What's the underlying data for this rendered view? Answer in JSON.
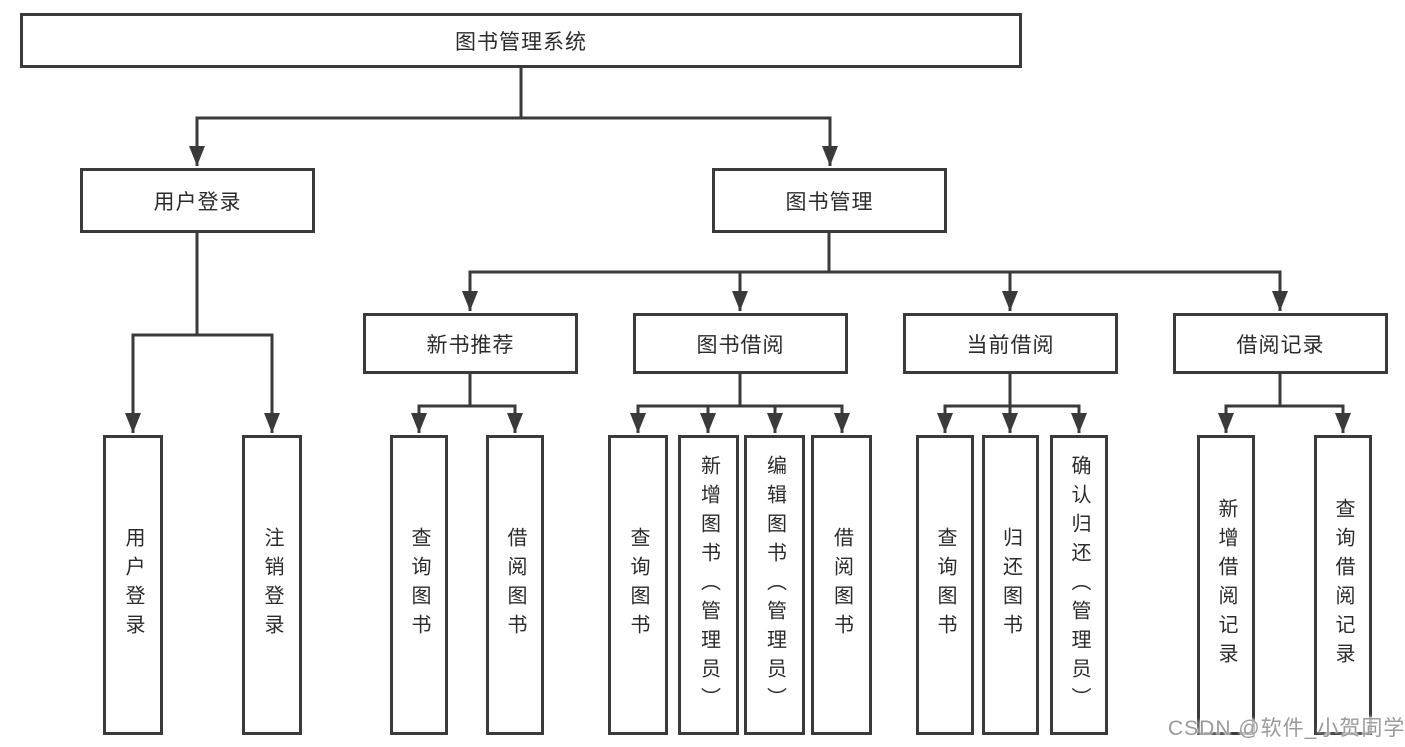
{
  "root": {
    "label": "图书管理系统"
  },
  "user_login": {
    "label": "用户登录",
    "leaves": [
      "用户登录",
      "注销登录"
    ]
  },
  "book_mgmt": {
    "label": "图书管理"
  },
  "new_book": {
    "label": "新书推荐",
    "leaves": [
      "查询图书",
      "借阅图书"
    ]
  },
  "book_borrow": {
    "label": "图书借阅",
    "leaves": [
      "查询图书",
      "新增图书（管理员）",
      "编辑图书（管理员）",
      "借阅图书"
    ]
  },
  "current_borrow": {
    "label": "当前借阅",
    "leaves": [
      "查询图书",
      "归还图书",
      "确认归还（管理员）"
    ]
  },
  "borrow_record": {
    "label": "借阅记录",
    "leaves": [
      "新增借阅记录",
      "查询借阅记录"
    ]
  },
  "watermark": "CSDN @软件_小贺同学",
  "colors": {
    "line": "#3a3a3a",
    "text": "#2b2b2b",
    "watermark": "#9a9a9a",
    "background": "#ffffff"
  }
}
